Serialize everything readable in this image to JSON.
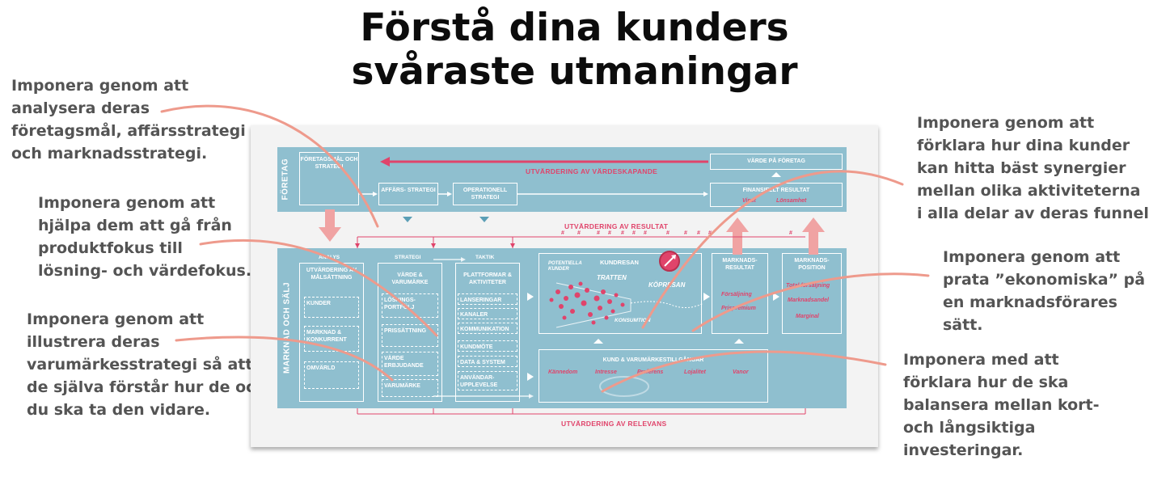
{
  "title": {
    "line1": "Förstå dina kunders",
    "line2": "svåraste utmaningar"
  },
  "notes": {
    "n1": [
      "Imponera genom att",
      "analysera deras",
      "företagsmål, affärsstrategi",
      "och marknadsstrategi."
    ],
    "n2": [
      "Imponera genom att",
      "hjälpa dem att gå från",
      "produktfokus till",
      "lösning- och värdefokus."
    ],
    "n3": [
      "Imponera genom att",
      "illustrera deras",
      "varumärkesstrategi så att",
      "de själva förstår hur de och",
      "du ska ta den vidare."
    ],
    "n4": [
      "Imponera genom att",
      "förklara hur dina kunder",
      "kan hitta bäst synergier",
      "mellan olika aktiviteterna",
      "i alla delar av deras funnel."
    ],
    "n5": [
      "Imponera genom att",
      "prata ”ekonomiska” på",
      "en marknadsförares",
      "sätt."
    ],
    "n6": [
      "Imponera med att",
      "förklara hur de ska",
      "balansera mellan kort-",
      "och långsiktiga",
      "investeringar."
    ]
  },
  "diagram": {
    "band_top_label": "FÖRETAG",
    "band_bottom_label": "MARKNAD OCH SÄLJ",
    "foretagsmal": "FÖRETAGSMÅL OCH STRATEGI",
    "affarsstrategi": "AFFÄRS- STRATEGI",
    "operationell": "OPERATIONELL STRATEGI",
    "varde_foretag": "VÄRDE PÅ FÖRETAG",
    "finansiellt": "FINANSIELLT RESULTAT",
    "vinst": "Vinst",
    "lonsamhet": "Lönsamhet",
    "utv_vardeskapande": "UTVÄRDERING AV VÄRDESKAPANDE",
    "utv_resultat": "UTVÄRDERING AV RESULTAT",
    "utv_relevans": "UTVÄRDERING AV RELEVANS",
    "col_analys": "ANALYS",
    "col_strategi": "STRATEGI",
    "col_taktik": "TAKTIK",
    "utv_malsattning": "UTVÄRDERING AV MÅLSÄTTNING",
    "analys_items": [
      "KUNDER",
      "MARKNAD & KONKURRENT",
      "OMVÄRLD"
    ],
    "varde_varumarke": "VÄRDE & VARUMÄRKE",
    "strategi_items": [
      "LÖSNINGS- PORTFÖLJ",
      "PRISSÄTTNING",
      "VÄRDE ERBJUDANDE",
      "VARUMÄRKE"
    ],
    "plattformar": "PLATTFORMAR & AKTIVITETER",
    "taktik_items": [
      "LANSERINGAR",
      "KANALER",
      "KOMMUNIKATION",
      "KUNDMÖTE",
      "DATA & SYSTEM",
      "ANVÄNDAR- UPPLEVELSE"
    ],
    "potentiella": "POTENTIELLA KUNDER",
    "kundresan": "KUNDRESAN",
    "tratten": "TRATTEN",
    "kopresan": "KÖPRESAN",
    "konsumtion": "KONSUMTION",
    "marknadsresultat": "MARKNADS- RESULTAT",
    "forsaljning": "Försäljning",
    "prispremium": "Prispremium",
    "marknadsposition": "MARKNADS- POSITION",
    "total_forsaljning": "Total försäljning",
    "marknadsandel": "Marknadsandel",
    "marginal": "Marginal",
    "kund_varumarke": "KUND & VARUMÄRKESTILLGÅNGAR",
    "kannedom": "Kännedom",
    "intresse": "Intresse",
    "preferens": "Preferens",
    "lojalitet": "Lojalitet",
    "vanor": "Vanor",
    "hash": "#"
  },
  "colors": {
    "band": "#8fbfcf",
    "accent_red": "#e0446b",
    "arrow_pink": "#f0a3a3",
    "connector": "#ee9a8c"
  }
}
